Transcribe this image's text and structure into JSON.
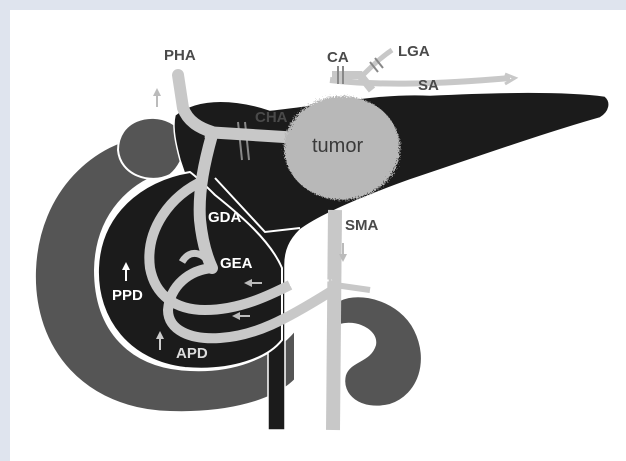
{
  "labels": {
    "pha": "PHA",
    "ca": "CA",
    "lga": "LGA",
    "sa": "SA",
    "cha": "CHA",
    "tumor": "tumor",
    "gda": "GDA",
    "sma": "SMA",
    "gea": "GEA",
    "ppd": "PPD",
    "apd": "APD"
  },
  "colors": {
    "duodenum": "#555555",
    "pancreas": "#1b1b1b",
    "vessel": "#c8c8c8",
    "tumor": "#b8b8b8",
    "outline": "#ffffff",
    "frame": "#dfe4ee"
  }
}
